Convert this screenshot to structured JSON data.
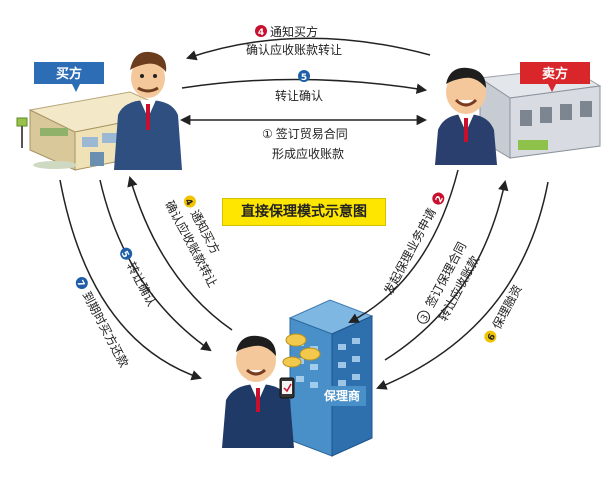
{
  "title": "直接保理模式示意图",
  "parties": {
    "buyer": "买方",
    "seller": "卖方",
    "factor": "保理商"
  },
  "steps": {
    "s1": {
      "num": "①",
      "line1": "签订贸易合同",
      "line2": "形成应收账款"
    },
    "s2": {
      "num": "2",
      "text": "发起保理业务申请"
    },
    "s3": {
      "num": "3",
      "line1": "签订保理合同",
      "line2": "转让应收账款"
    },
    "s4_top": {
      "num": "4",
      "line1": "通知买方",
      "line2": "确认应收账款转让"
    },
    "s4_left": {
      "num": "4",
      "line1": "通知买方",
      "line2": "确认应收账款转让"
    },
    "s5_top": {
      "num": "5",
      "text": "转让确认"
    },
    "s5_left": {
      "num": "5",
      "text": "转让确认"
    },
    "s6": {
      "num": "6",
      "text": "保理融资"
    },
    "s7": {
      "num": "7",
      "text": "到期时买方还款"
    }
  },
  "colors": {
    "badge_red": "#c8102e",
    "badge_blue": "#1f5fa8",
    "badge_yellow": "#f2c400",
    "badge_green": "#6aa84f",
    "buyer_tag": "#2c6db5",
    "seller_tag": "#d9262b",
    "factor_tag": "#4a90c8",
    "title_bg": "#ffe600"
  }
}
